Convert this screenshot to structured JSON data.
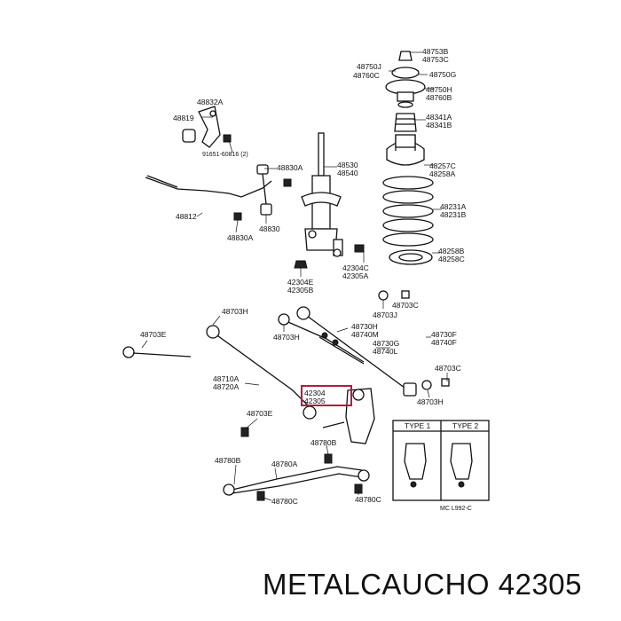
{
  "labels": {
    "p48753B": "48753B",
    "p48753C": "48753C",
    "p48750J": "48750J",
    "p48760C": "48760C",
    "p48750G": "48750G",
    "p48750H": "48750H",
    "p48760B": "48760B",
    "p48341A": "48341A",
    "p48341B": "48341B",
    "p48832A": "48832A",
    "p48819": "48819",
    "p91651": "91651-60816 (2)",
    "p48530": "48530",
    "p48540": "48540",
    "p48830A_top": "48830A",
    "p48257C": "48257C",
    "p48258A": "48258A",
    "p48812": "48812",
    "p48830": "48830",
    "p48830A_bot": "48830A",
    "p48231A": "48231A",
    "p48231B": "48231B",
    "p48258B": "48258B",
    "p48258C": "48258C",
    "p42304E": "42304E",
    "p42305B": "42305B",
    "p42304C": "42304C",
    "p42305A": "42305A",
    "p48703C_top": "48703C",
    "p48703J": "48703J",
    "p48703H_left": "48703H",
    "p48703H_mid": "48703H",
    "p48730H": "48730H",
    "p48740M": "48740M",
    "p48730F": "48730F",
    "p48740F": "48740F",
    "p48730G": "48730G",
    "p48740L": "48740L",
    "p48703E_left": "48703E",
    "p48710A": "48710A",
    "p48720A": "48720A",
    "p48703C_right": "48703C",
    "p42304": "42304",
    "p42305": "42305",
    "p48703H_right": "48703H",
    "p48703E_mid": "48703E",
    "p48780B": "48780B",
    "p48780A": "48780A",
    "p48780B_left": "48780B",
    "p48780C_left": "48780C",
    "p48780C_right": "48780C",
    "type1": "TYPE 1",
    "type2": "TYPE 2",
    "code": "MC L992-C"
  },
  "highlight_color": "#b01e3c",
  "brand_text": "METALCAUCHO 42305"
}
